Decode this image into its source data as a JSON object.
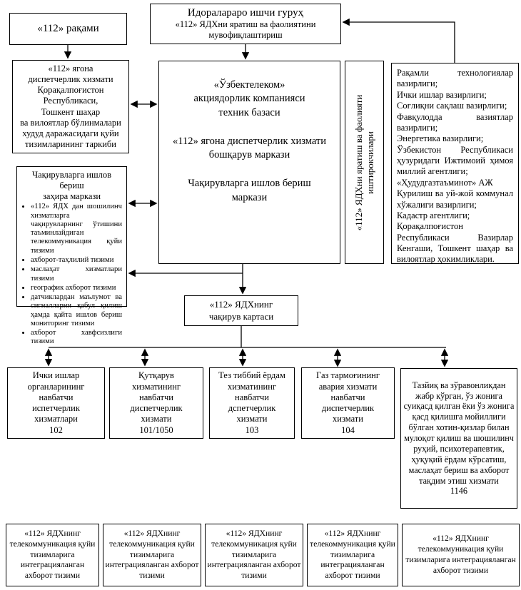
{
  "colors": {
    "line": "#000000",
    "box_background": "#ffffff",
    "text": "#000000"
  },
  "boxes": {
    "number": {
      "label": "«112» рақами"
    },
    "workgroup": {
      "title": "Идоралараро ишчи гуруҳ",
      "subtitle": "«112» ЯДХни яратиш ва фаолиятини\nмувофиқлаштириш"
    },
    "regional": {
      "text": "«112» ягона\nдиспетчерлик хизмати\nҚорақалпоғистон\nРеспубликаси,\nТошкент шаҳар\nва вилоятлар бўлинмалари\nхудуд даражасидаги қуйи\nтизимларининг таркиби"
    },
    "technical_base": {
      "block1": "«Ўзбектелеком»\nакциядорлик компанияси\nтехник базаси",
      "block2": "«112» ягона диспетчерлик хизмати\nбошқарув маркази",
      "block3": "Чақирувларга ишлов бериш\nмаркази"
    },
    "participants_label": {
      "text": "«112»  ЯДХни яратиш ва фаолияти\nиштирокчилари"
    },
    "participants": {
      "items": [
        "Рақамли технологиялар вазирлиги;",
        "Ички ишлар вазирлиги;",
        "Соғлиқни сақлаш вазирлиги;",
        "Фавқулодда вазиятлар вазирлиги;",
        "Энергетика вазирлиги;",
        "Ўзбекистон Республикаси ҳузуридаги Ижтимоий ҳимоя миллий агентлиги;",
        "«Ҳудудгазтаъминот» АЖ",
        "Қурилиш ва уй-жой коммунал хўжалиги вазирлиги;",
        "Кадастр агентлиги;",
        "Қорақалпоғистон Республикаси Вазирлар Кенгаши, Тошкент шаҳар ва вилоятлар ҳокимликлари."
      ]
    },
    "reserve": {
      "title": "Чақирувларга ишлов бериш\nзаҳира маркази",
      "items": [
        "«112» ЯДХ дан шошилинч хизматларга чақирувларнинг ўтишини таъминлайдиган телекоммуникация қуйи тизими",
        "ахборот-таҳлилий тизими",
        "маслаҳат хизматлари тизими",
        "географик ахборот тизими",
        "датчиклардан маълумот ва сигналларни қабул қилиш ҳамда қайта ишлов бериш мониторинг тизими",
        "ахборот хавфсизлиги тизими"
      ]
    },
    "call_card": {
      "text": "«112» ЯДХнинг\nчақирув картаси"
    },
    "services": [
      {
        "text": "Ички ишлар\nорганларининг\nнавбатчи\nиспетчерлик\nхизматлари",
        "code": "102"
      },
      {
        "text": "Қутқарув\nхизматининг\nнавбатчи\nдиспетчерлик\nхизмати",
        "code": "101/1050"
      },
      {
        "text": "Тез тиббий ёрдам\nхизматининг\nнавбатчи\nдспетчерлик\nхизмати",
        "code": "103"
      },
      {
        "text": "Газ тармоғининг\nавария хизмати\nнавбатчи\nдиспетчерлик\nхизмати",
        "code": "104"
      },
      {
        "text": "Тазйиқ ва зўравонликдан жабр кўрган, ўз жонига суиқасд қилган ёки ўз жонига қасд қилишга мойиллиги бўлган хотин-қизлар билан мулоқот қилиш ва шошилинч руҳий, психотерапевтик, ҳуқуқий ёрдам кўрсатиш, маслаҳат бериш ва ахборот тақдим этиш хизмати",
        "code": "1146"
      }
    ],
    "integration": {
      "label": "«112» ЯДХнинг телекоммуникация қуйи тизимларига интеграцияланган ахборот тизими"
    }
  }
}
